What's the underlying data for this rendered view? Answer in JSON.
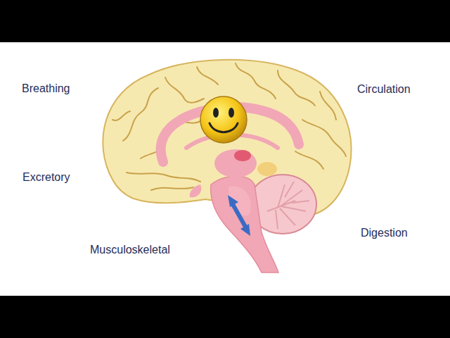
{
  "diagram": {
    "labels": [
      "Breathing",
      "Circulation",
      "Excretory",
      "Digestion",
      "Musculoskeletal"
    ]
  }
}
